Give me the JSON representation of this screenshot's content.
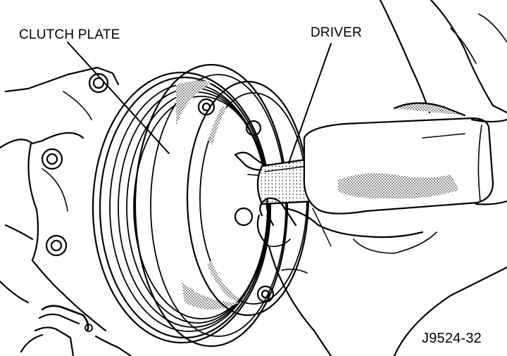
{
  "labels": {
    "clutch_plate": "CLUTCH PLATE",
    "driver": "DRIVER"
  },
  "figure_id": "J9524-32",
  "colors": {
    "ink": "#000000",
    "paper": "#ffffff",
    "shading": "#9a9a9a"
  }
}
